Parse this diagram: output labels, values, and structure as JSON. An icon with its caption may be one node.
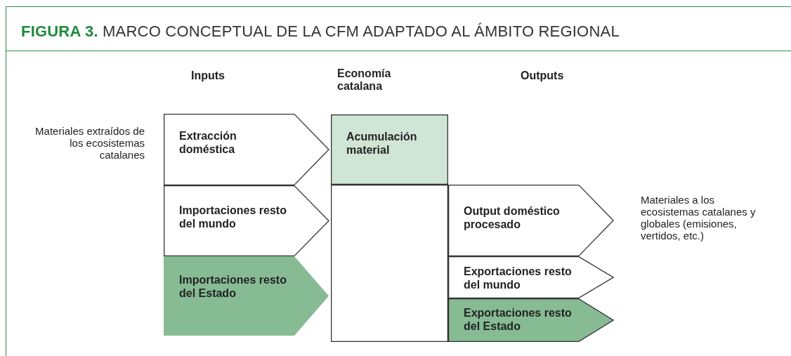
{
  "diagram": {
    "title": "**FIGURA 3.** MARCO CONCEPTUAL DE LA CFM ADAPTADO AL ÁMBITO REGIONAL",
    "nodes": [
      {
        "text": [
          "Extracción doméstica"
        ]
      },
      {
        "text": [
          "Importaciones resto del mundo"
        ]
      },
      {
        "text": [
          "Importaciones resto del Estado"
        ]
      },
      {
        "text": [
          "Acumulación material"
        ]
      },
      {
        "text": [],
        "shape": "box"
      },
      {
        "text": [
          "Output doméstico procesado"
        ]
      },
      {
        "text": [
          "Exportaciones resto del mundo"
        ]
      },
      {
        "text": [
          "Exportaciones resto del Estado"
        ]
      }
    ],
    "labels": [
      "Inputs",
      "Economía catalana",
      "Outputs",
      "Materiales extraídos de los ecosistemas catalanes",
      "Materiales a los ecosistemas catalanes y globales (emisiones, vertidos, etc.)"
    ]
  }
}
